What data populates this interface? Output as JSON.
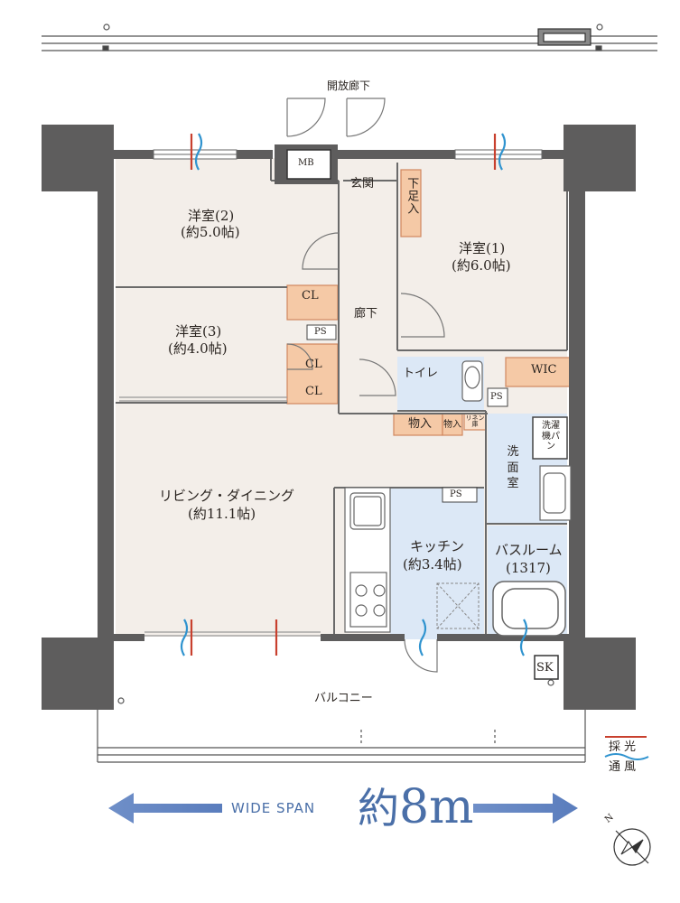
{
  "corridor_label": "開放廊下",
  "rooms": {
    "western2_name": "洋室(2)",
    "western2_area": "(約5.0帖)",
    "western1_name": "洋室(1)",
    "western1_area": "(約6.0帖)",
    "western3_name": "洋室(3)",
    "western3_area": "(約4.0帖)",
    "living_name": "リビング・ダイニング",
    "living_area": "(約11.1帖)",
    "kitchen_name": "キッチン",
    "kitchen_area": "(約3.4帖)",
    "bath_name": "バスルーム",
    "bath_size": "(1317)",
    "toilet": "トイレ",
    "washroom": "洗面室",
    "hall": "廊下",
    "entrance": "玄関"
  },
  "storage": {
    "mb": "MB",
    "shoe_box": "下足入",
    "cl": "CL",
    "ps": "PS",
    "wic": "WIC",
    "storage": "物入",
    "storage_small": "物入",
    "linen": "リネン庫",
    "washer_pan": "洗濯機パン",
    "sk": "SK"
  },
  "balcony": "バルコニー",
  "legend": {
    "daylight": "採光",
    "ventilation": "通風"
  },
  "span": {
    "english": "WIDE SPAN",
    "approx": "約",
    "value": "8m"
  },
  "compass": {
    "north": "N"
  },
  "colors": {
    "wall": "#5e5d5d",
    "floor_room": "#f3eee9",
    "floor_wet": "#dce8f6",
    "storage_fill": "#f5c9a6",
    "storage_line": "#d0875f",
    "span_arrow": "#7e9cce",
    "daylight_red": "#c8402e",
    "vent_blue": "#2f93cf"
  }
}
